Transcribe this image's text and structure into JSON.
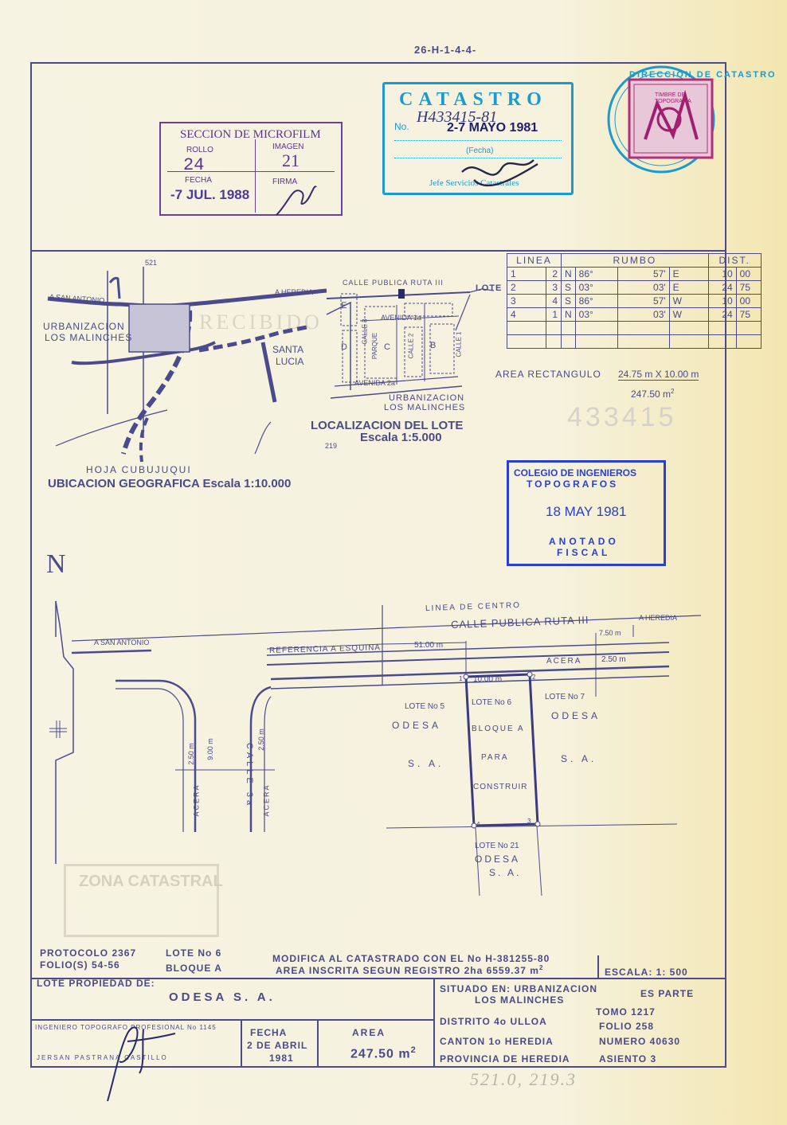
{
  "header": {
    "ref_code": "26-H-1-4-4-"
  },
  "stamps": {
    "microfilm": {
      "title": "SECCION DE MICROFILM",
      "rollo_label": "ROLLO",
      "rollo_value": "24",
      "imagen_label": "IMAGEN",
      "imagen_value": "21",
      "fecha_label": "FECHA",
      "fecha_value": "-7 JUL. 1988",
      "firma_label": "FIRMA"
    },
    "catastro": {
      "title": "CATASTRO",
      "no_label": "No.",
      "no_value": "H433415-81",
      "date": "2-7 MAYO 1981",
      "fecha_label": "(Fecha)",
      "jefe": "Jefe Servicios Catastrales"
    },
    "colegio": {
      "line1": "COLEGIO DE INGENIEROS",
      "line2": "TOPOGRAFOS",
      "date": "18 MAY 1981",
      "line3": "ANOTADO",
      "line4": "FISCAL"
    },
    "circle_text": "DIRECCION DE CATASTRO",
    "timbre_label": "TIMBRE DE TOPOGRAFIA",
    "side_number": "433415",
    "faint_stamp_text": "RECIBIDO",
    "zona_catastral": "ZONA CATASTRAL"
  },
  "location_map": {
    "title": "UBICACION GEOGRAFICA Escala 1:10.000",
    "sheet": "HOJA CUBUJUQUI",
    "to_san_antonio": "A SAN ANTONIO",
    "to_heredia": "A HEREDIA",
    "urbanizacion": "URBANIZACION",
    "los_malinches": "LOS MALINCHES",
    "santa": "SANTA",
    "lucia": "LUCIA",
    "coord_top": "521",
    "coord_bottom": "219"
  },
  "lot_location": {
    "title": "LOCALIZACION DEL LOTE",
    "scale": "Escala 1:5.000",
    "street": "CALLE PUBLICA RUTA III",
    "lote_label": "LOTE",
    "avenida_1": "AVENIDA 1a",
    "avenida_2": "AVENIDA 2a",
    "calle_3": "CALLE 3",
    "calle_2": "CALLE 2",
    "calle_1": "CALLE 1",
    "parque": "PARQUE",
    "blocks": [
      "E",
      "D",
      "C",
      "B"
    ],
    "urbanizacion": "URBANIZACION",
    "los_malinches": "LOS MALINCHES"
  },
  "rumbo_table": {
    "headers": [
      "LINEA",
      "RUMBO",
      "DIST."
    ],
    "rows": [
      [
        "1",
        "2",
        "N",
        "86°",
        "57'",
        "E",
        "10",
        "00"
      ],
      [
        "2",
        "3",
        "S",
        "03°",
        "03'",
        "E",
        "24",
        "75"
      ],
      [
        "3",
        "4",
        "S",
        "86°",
        "57'",
        "W",
        "10",
        "00"
      ],
      [
        "4",
        "1",
        "N",
        "03°",
        "03'",
        "W",
        "24",
        "75"
      ]
    ],
    "area_label": "AREA RECTANGULO",
    "area_dims": "24.75 m X 10.00 m",
    "area_value": "247.50 m",
    "area_sup": "2"
  },
  "plan": {
    "north": "N",
    "linea_centro": "LINEA DE CENTRO",
    "street": "CALLE PUBLICA RUTA III",
    "to_heredia": "A HEREDIA",
    "to_san_antonio": "A SAN ANTONIO",
    "ref_esquina": "REFERENCIA A ESQUINA",
    "ref_dist": "51.00 m",
    "width_750": "7.50 m",
    "acera": "ACERA",
    "acera_width": "2.50 m",
    "front": "10.00 m",
    "calle_3": "CALLE 3a",
    "calle_width": "9.00 m",
    "side_acera_width": "2.50 m",
    "lote5": [
      "LOTE No 5",
      "ODESA",
      "S. A."
    ],
    "lote6": [
      "LOTE No 6",
      "BLOQUE A",
      "PARA",
      "CONSTRUIR"
    ],
    "lote7": [
      "LOTE No 7",
      "ODESA",
      "S. A."
    ],
    "lote21": [
      "LOTE No 21",
      "ODESA",
      "S. A."
    ],
    "corners": [
      "1",
      "2",
      "3",
      "4"
    ]
  },
  "footer": {
    "protocolo": "PROTOCOLO 2367",
    "folios": "FOLIO(S) 54-56",
    "lote": "LOTE No 6",
    "bloque": "BLOQUE A",
    "modifica": "MODIFICA AL CATASTRADO CON EL No H-381255-80",
    "area_inscrita": "AREA INSCRITA SEGUN REGISTRO 2ha 6559.37 m",
    "area_inscrita_sup": "2",
    "escala": "ESCALA: 1: 500",
    "lote_propiedad": "LOTE PROPIEDAD DE:",
    "owner": "ODESA S. A.",
    "situado_label": "SITUADO EN: URBANIZACION",
    "situado_value": "LOS MALINCHES",
    "es_parte": "ES PARTE",
    "distrito": "DISTRITO 4o ULLOA",
    "canton": "CANTON 1o HEREDIA",
    "provincia": "PROVINCIA DE HEREDIA",
    "tomo": "TOMO  1217",
    "folio": "FOLIO  258",
    "numero": "NUMERO 40630",
    "asiento": "ASIENTO  3",
    "ingeniero_label": "INGENIERO TOPOGRAFO PROFESIONAL No 1145",
    "ingeniero_name": "JERSAN PASTRANA CASTILLO",
    "fecha_label": "FECHA",
    "fecha_value1": "2 DE ABRIL",
    "fecha_value2": "1981",
    "area_label": "AREA",
    "area_value": "247.50 m",
    "area_sup": "2",
    "handwritten": "521.0, 219.3"
  }
}
